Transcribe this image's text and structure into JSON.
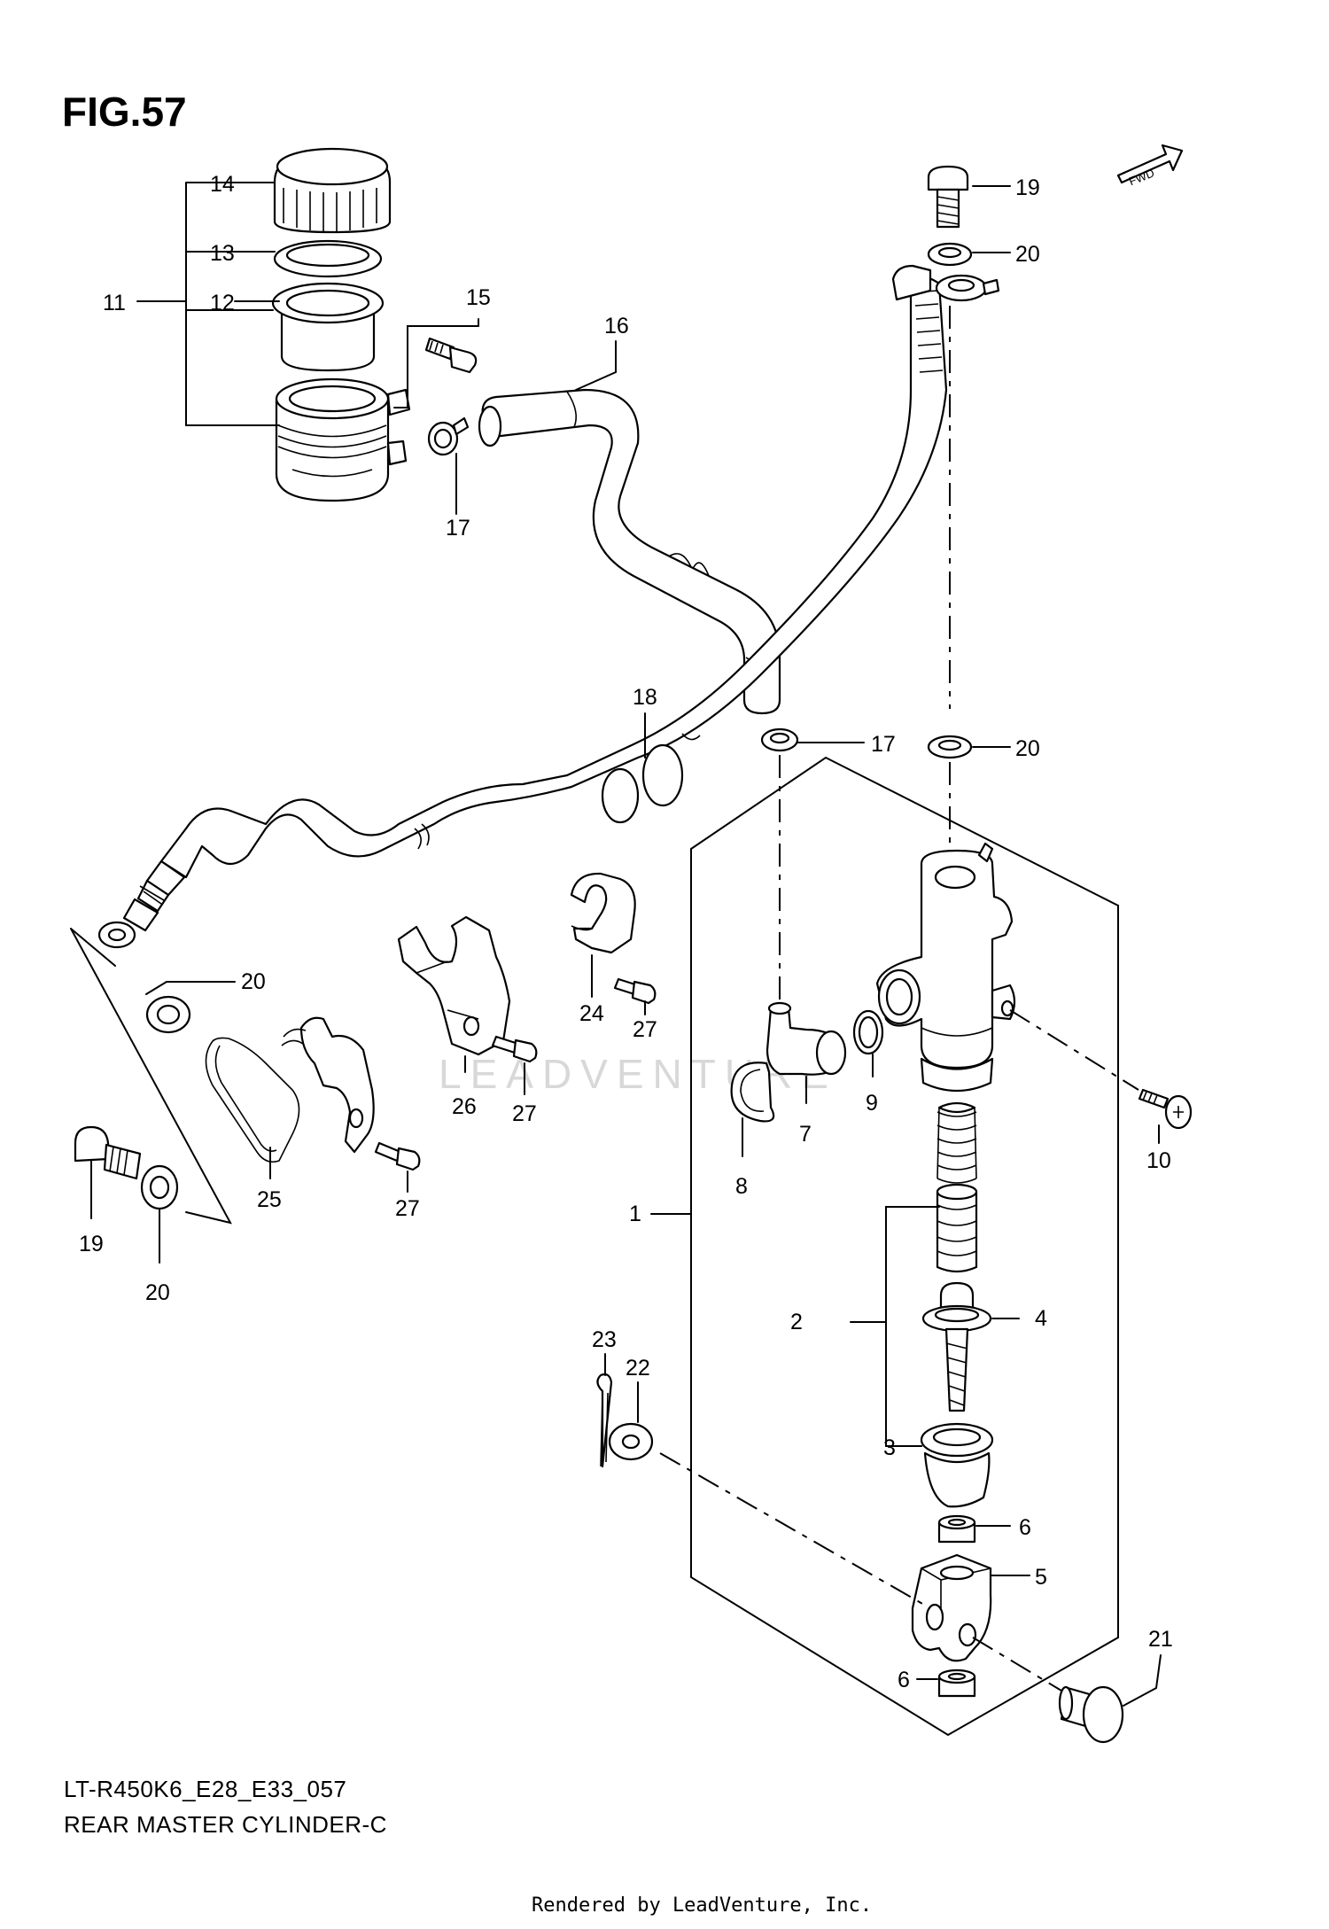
{
  "figure": {
    "title": "FIG.57",
    "fwd_label": "FWD",
    "model_code": "LT-R450K6_E28_E33_057",
    "diagram_name": "REAR MASTER CYLINDER-C",
    "rendered_by": "Rendered by LeadVenture, Inc.",
    "watermark": "LEADVENTURE"
  },
  "callouts": [
    {
      "id": "c14",
      "label": "14"
    },
    {
      "id": "c13",
      "label": "13"
    },
    {
      "id": "c11",
      "label": "11"
    },
    {
      "id": "c12",
      "label": "12"
    },
    {
      "id": "c15",
      "label": "15"
    },
    {
      "id": "c16",
      "label": "16"
    },
    {
      "id": "c17a",
      "label": "17"
    },
    {
      "id": "c19a",
      "label": "19"
    },
    {
      "id": "c20a",
      "label": "20"
    },
    {
      "id": "c18",
      "label": "18"
    },
    {
      "id": "c17b",
      "label": "17"
    },
    {
      "id": "c20b",
      "label": "20"
    },
    {
      "id": "c20c",
      "label": "20"
    },
    {
      "id": "c24",
      "label": "24"
    },
    {
      "id": "c27a",
      "label": "27"
    },
    {
      "id": "c26",
      "label": "26"
    },
    {
      "id": "c27b",
      "label": "27"
    },
    {
      "id": "c9",
      "label": "9"
    },
    {
      "id": "c7",
      "label": "7"
    },
    {
      "id": "c8",
      "label": "8"
    },
    {
      "id": "c10",
      "label": "10"
    },
    {
      "id": "c25",
      "label": "25"
    },
    {
      "id": "c27c",
      "label": "27"
    },
    {
      "id": "c19b",
      "label": "19"
    },
    {
      "id": "c20d",
      "label": "20"
    },
    {
      "id": "c1",
      "label": "1"
    },
    {
      "id": "c2",
      "label": "2"
    },
    {
      "id": "c4",
      "label": "4"
    },
    {
      "id": "c23",
      "label": "23"
    },
    {
      "id": "c22",
      "label": "22"
    },
    {
      "id": "c3",
      "label": "3"
    },
    {
      "id": "c6a",
      "label": "6"
    },
    {
      "id": "c5",
      "label": "5"
    },
    {
      "id": "c21",
      "label": "21"
    },
    {
      "id": "c6b",
      "label": "6"
    }
  ]
}
